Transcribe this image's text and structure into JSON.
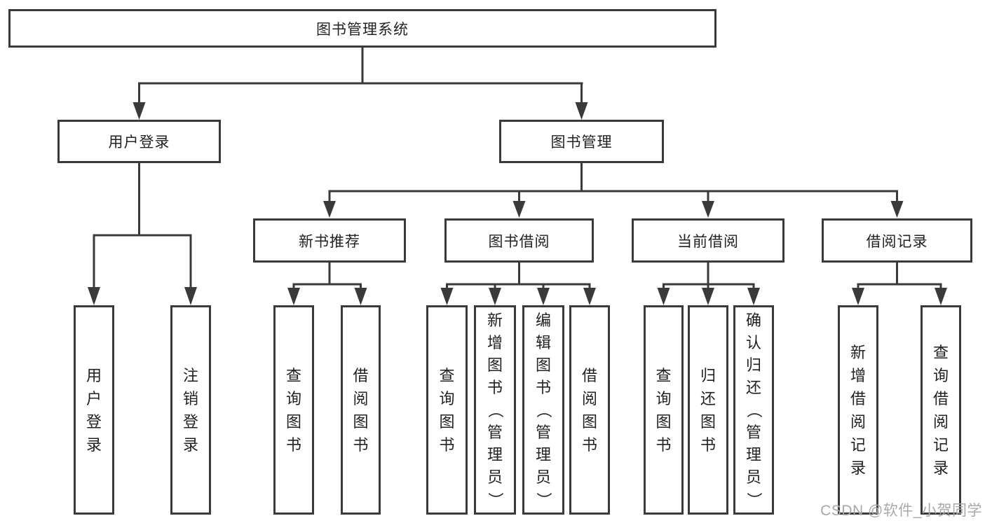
{
  "tree": {
    "root": "图书管理系统",
    "branches": [
      {
        "label": "用户登录",
        "children": [
          "用户登录",
          "注销登录"
        ]
      },
      {
        "label": "图书管理",
        "groups": [
          {
            "label": "新书推荐",
            "children": [
              "查询图书",
              "借阅图书"
            ]
          },
          {
            "label": "图书借阅",
            "children": [
              "查询图书",
              "新增图书（管理员）",
              "编辑图书（管理员）",
              "借阅图书"
            ]
          },
          {
            "label": "当前借阅",
            "children": [
              "查询图书",
              "归还图书",
              "确认归还（管理员）"
            ]
          },
          {
            "label": "借阅记录",
            "children": [
              "新增借阅记录",
              "查询借阅记录"
            ]
          }
        ]
      }
    ]
  },
  "watermark": {
    "text": "CSDN @软件_小贺同学"
  },
  "colors": {
    "line": "#3a3a3a",
    "border": "#3a3a3a",
    "box_bg": "#ffffff",
    "background": "#ffffff",
    "text": "#222222",
    "watermark": "#a8a8a8"
  }
}
